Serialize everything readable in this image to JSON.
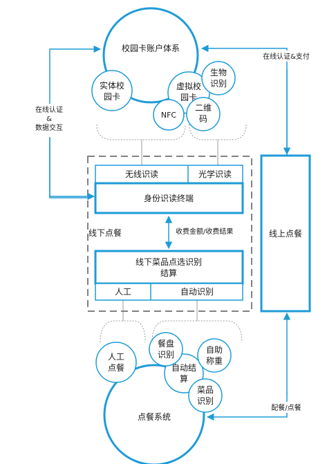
{
  "diagram": {
    "colors": {
      "accent": "#1e9bd7",
      "dashed_frame": "#808080",
      "dotted": "#9a9a9a",
      "text": "#1a1a1a"
    },
    "top_circle": {
      "title": "校园卡账户体系"
    },
    "physical_card": {
      "line1": "实体校",
      "line2": "园卡"
    },
    "virtual_card": {
      "line1": "虚拟校",
      "line2": "园卡"
    },
    "biometric": {
      "line1": "生物",
      "line2": "识别"
    },
    "nfc": {
      "label": "NFC"
    },
    "qr_code": {
      "line1": "二维",
      "line2": "码"
    },
    "left_edge_label": {
      "line1": "在线认证",
      "line2": "&",
      "line3": "数据交互"
    },
    "right_top_label": "在线认证&支付",
    "wireless_read": "无线识读",
    "optical_read": "光学识读",
    "terminal": "身份识读终端",
    "offline_order": "线下点餐",
    "fee_flow": "收费金额/收费结果",
    "dish_recognition": {
      "line1": "线下菜品点选识别",
      "line2": "结算"
    },
    "manual": "人工",
    "auto_recognition": "自动识别",
    "online_order": "线上点餐",
    "bottom_circle": {
      "title": "点餐系统"
    },
    "manual_order": {
      "line1": "人工",
      "line2": "点餐"
    },
    "plate_recognition": {
      "line1": "餐盘",
      "line2": "识别"
    },
    "self_weigh": {
      "line1": "自助",
      "line2": "称重"
    },
    "auto_settle": {
      "line1": "自动结",
      "line2": "算"
    },
    "dish_item": {
      "line1": "菜品",
      "line2": "识别"
    },
    "bottom_right_label": "配餐/点餐"
  }
}
